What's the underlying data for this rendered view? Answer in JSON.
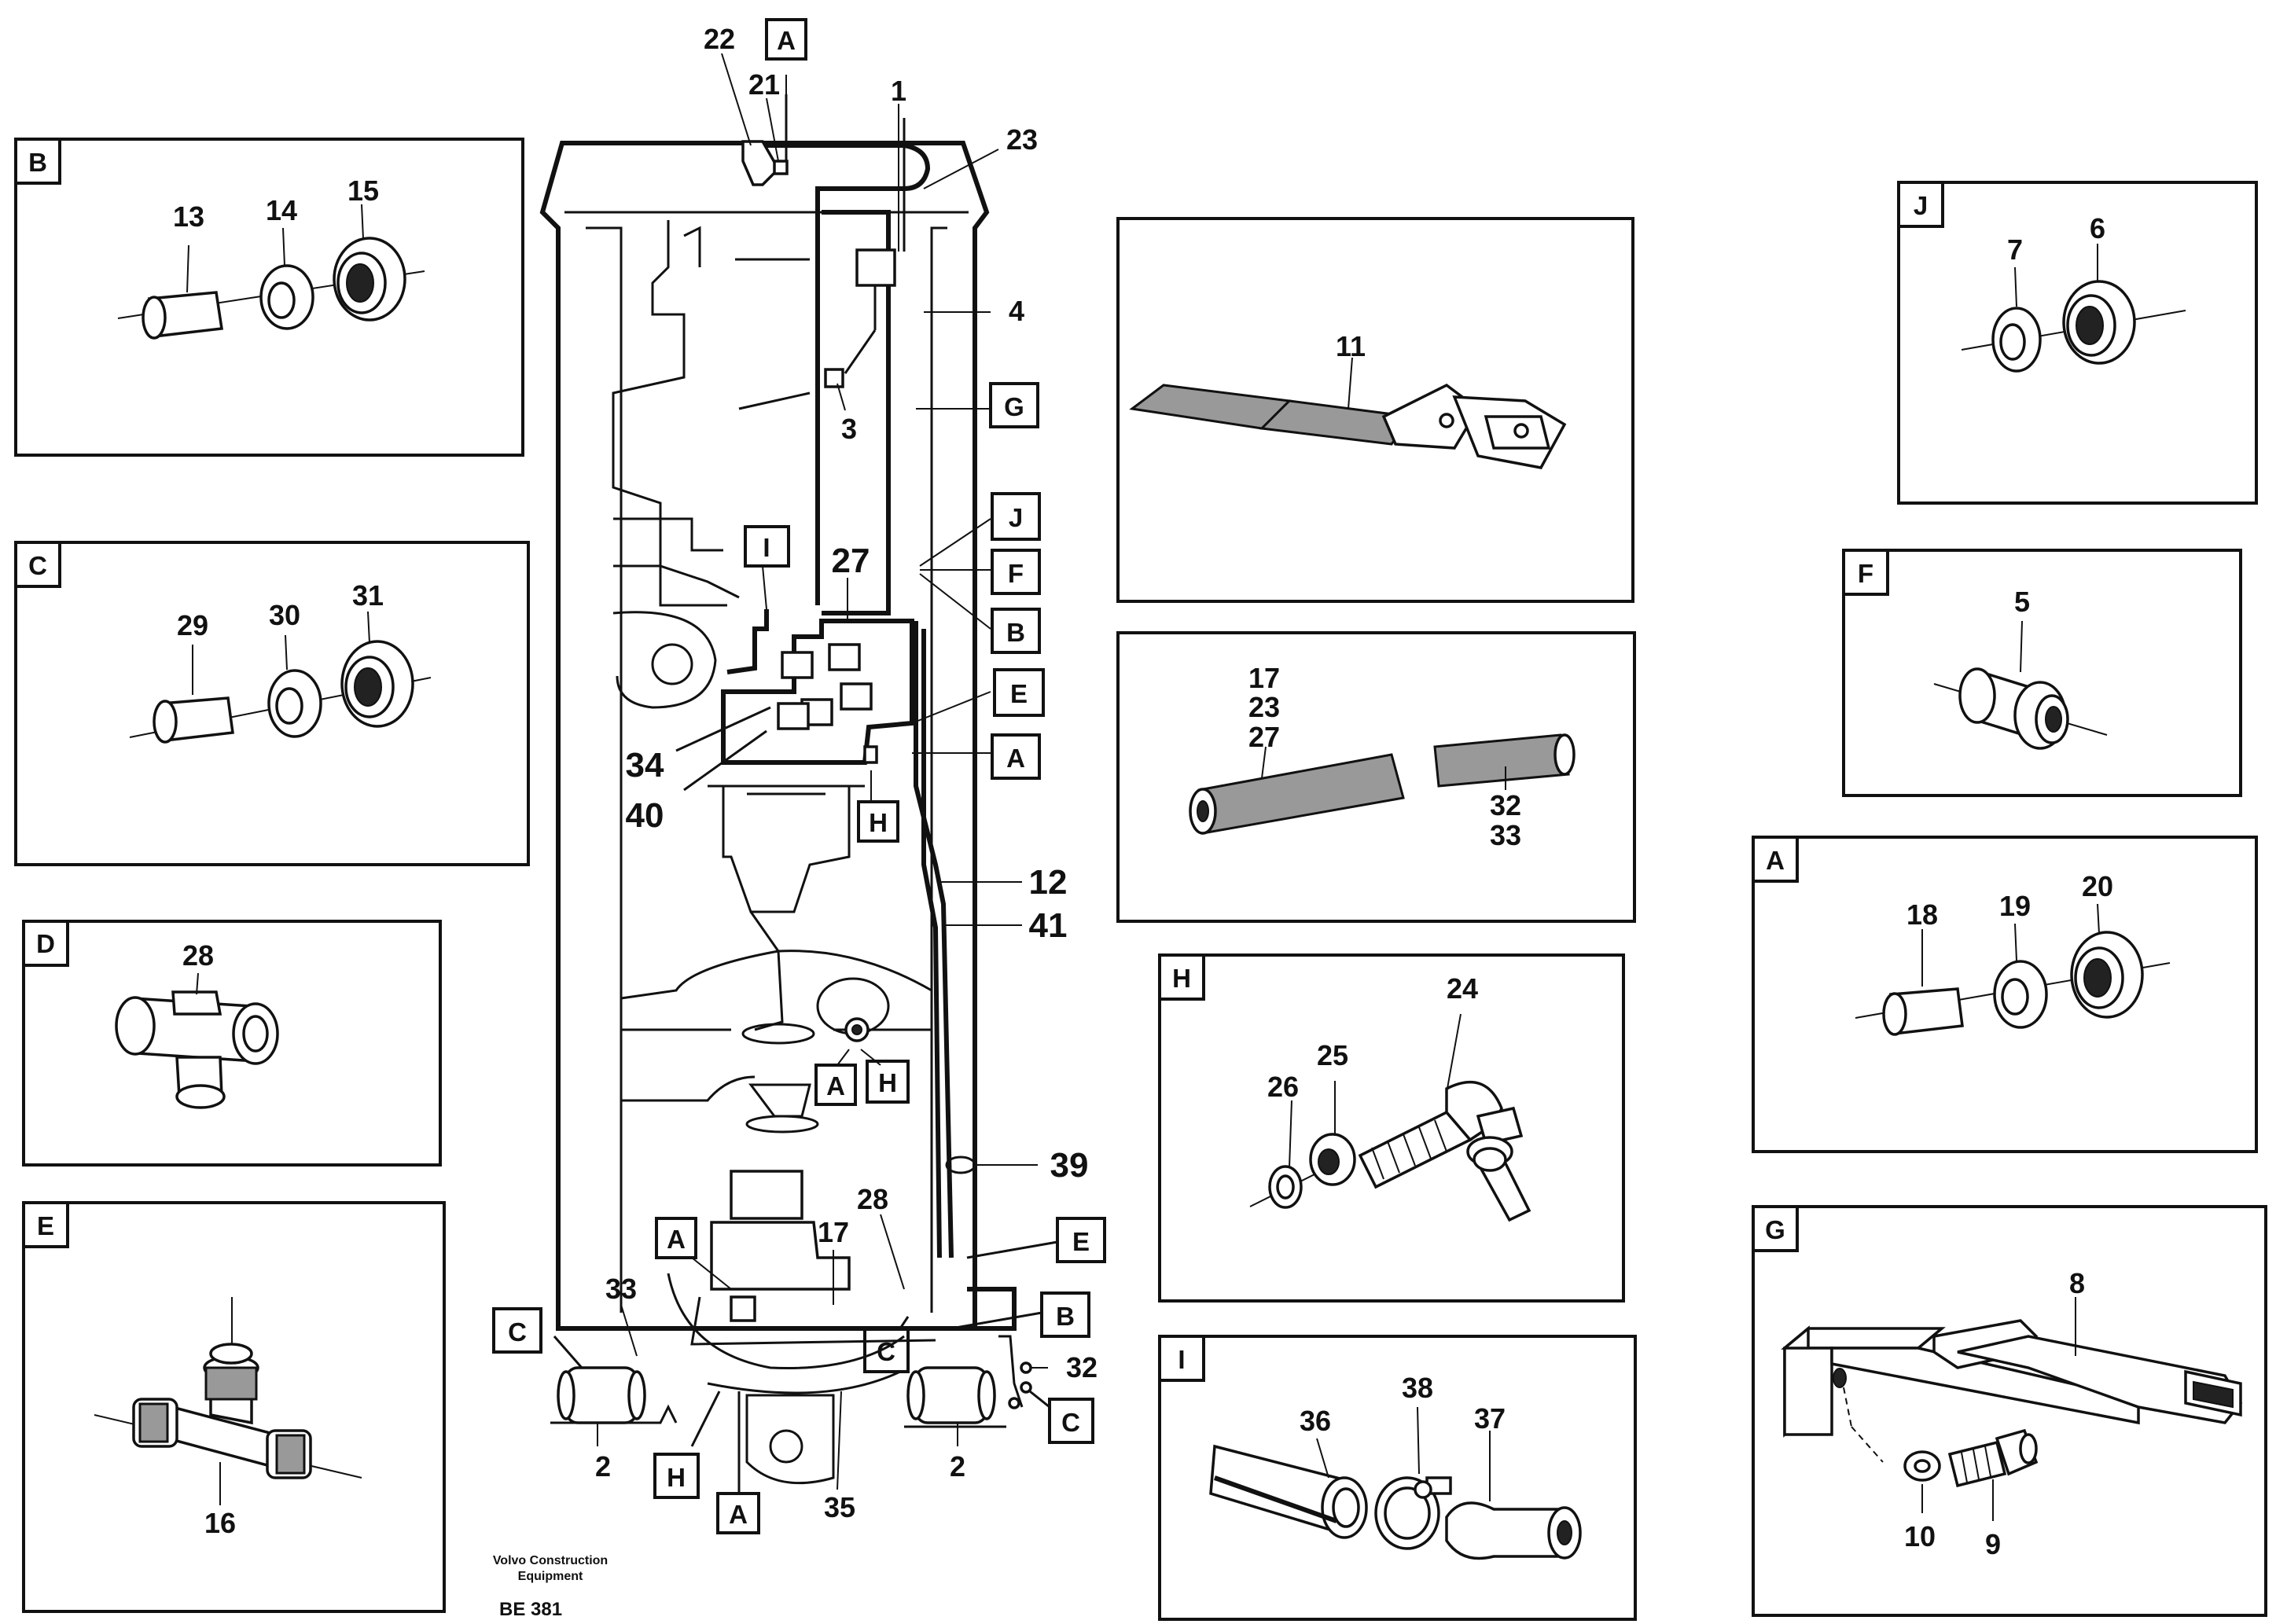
{
  "insets": {
    "B": {
      "tag": "B",
      "parts": [
        "13",
        "14",
        "15"
      ]
    },
    "C": {
      "tag": "C",
      "parts": [
        "29",
        "30",
        "31"
      ]
    },
    "D": {
      "tag": "D",
      "parts": [
        "28"
      ]
    },
    "E": {
      "tag": "E",
      "parts": [
        "16"
      ]
    },
    "belt": {
      "parts": [
        "11"
      ]
    },
    "hose": {
      "parts": [
        "17",
        "23",
        "27",
        "32",
        "33"
      ]
    },
    "H": {
      "tag": "H",
      "parts": [
        "26",
        "25",
        "24"
      ]
    },
    "I": {
      "tag": "I",
      "parts": [
        "36",
        "38",
        "37"
      ]
    },
    "J": {
      "tag": "J",
      "parts": [
        "7",
        "6"
      ]
    },
    "F": {
      "tag": "F",
      "parts": [
        "5"
      ]
    },
    "A": {
      "tag": "A",
      "parts": [
        "18",
        "19",
        "20"
      ]
    },
    "G": {
      "tag": "G",
      "parts": [
        "8",
        "10",
        "9"
      ]
    }
  },
  "main": {
    "numbers": [
      "22",
      "21",
      "1",
      "23",
      "4",
      "3",
      "27",
      "34",
      "40",
      "12",
      "41",
      "39",
      "28",
      "17",
      "33",
      "32",
      "2",
      "2",
      "35"
    ],
    "tags": [
      "A",
      "G",
      "J",
      "F",
      "B",
      "I",
      "E",
      "A",
      "H",
      "A",
      "H",
      "A",
      "E",
      "B",
      "C",
      "C",
      "C",
      "H",
      "A"
    ]
  },
  "footer": {
    "brand_line1": "Volvo Construction",
    "brand_line2": "Equipment",
    "code": "BE 381"
  }
}
